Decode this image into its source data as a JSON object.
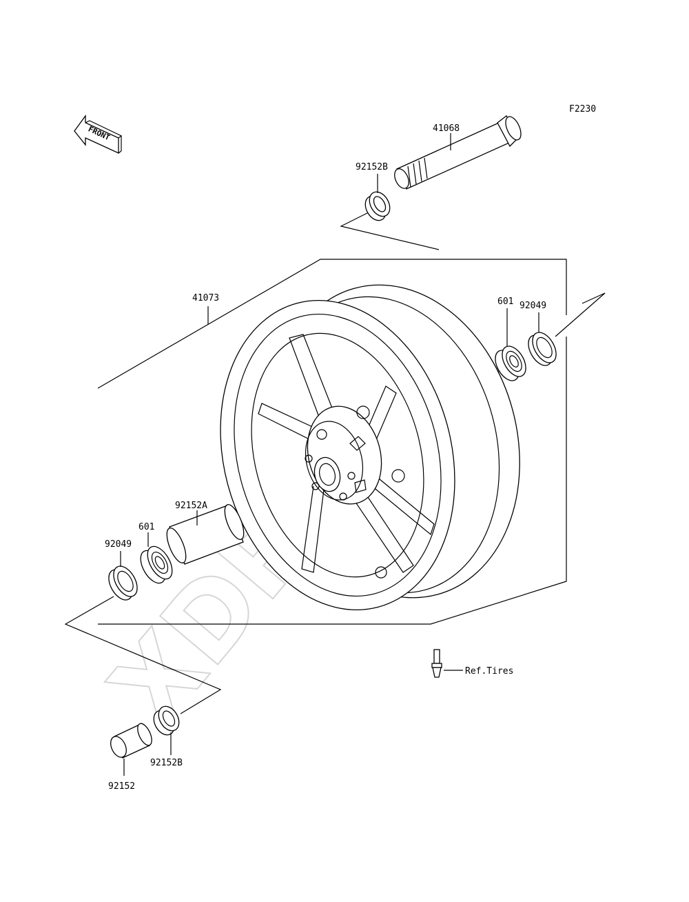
{
  "diagram": {
    "figure_code": "F2230",
    "front_arrow_text": "FRONT",
    "watermark": "XDRIVES",
    "labels": {
      "axle": "41068",
      "collar_b_top": "92152B",
      "wheel": "41073",
      "bearing_right": "601",
      "seal_right": "92049",
      "spacer_a": "92152A",
      "bearing_left": "601",
      "seal_left": "92049",
      "collar_b_bottom": "92152B",
      "collar": "92152",
      "valve_ref": "Ref.Tires"
    }
  }
}
